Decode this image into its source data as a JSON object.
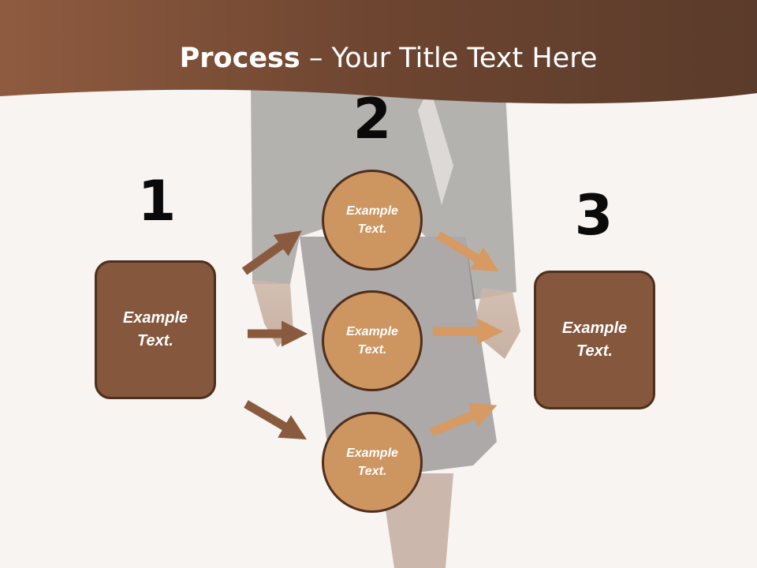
{
  "slide": {
    "title_bold": "Process",
    "title_rest": " – Your Title Text Here"
  },
  "steps": [
    {
      "number": "1"
    },
    {
      "number": "2"
    },
    {
      "number": "3"
    }
  ],
  "boxes": {
    "left": {
      "label": "Example\nText."
    },
    "right": {
      "label": "Example\nText."
    }
  },
  "circles": [
    {
      "label": "Example\nText."
    },
    {
      "label": "Example\nText."
    },
    {
      "label": "Example\nText."
    }
  ],
  "colors": {
    "header_brown": "#7a4b32",
    "box_fill": "#85573d",
    "circle_fill": "#cd955f",
    "outline": "#4e2e1c",
    "arrow_dark": "#8a5a3e",
    "arrow_light": "#d69a62"
  }
}
